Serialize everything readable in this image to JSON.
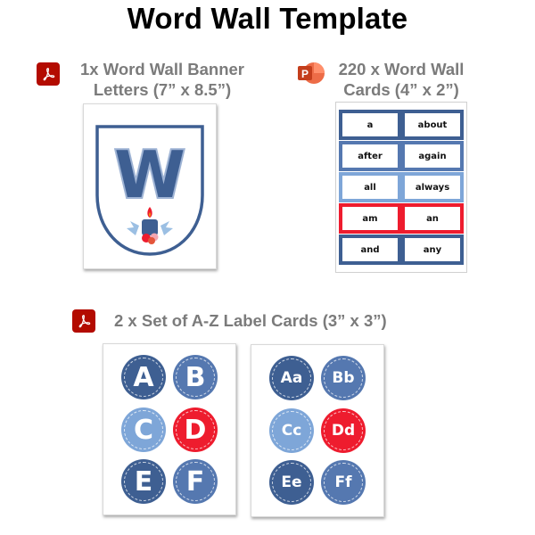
{
  "title": "Word Wall Template",
  "sections": {
    "banner": {
      "heading_line1": "1x Word Wall Banner",
      "heading_line2": "Letters (7” x 8.5”)",
      "icon": "pdf-icon",
      "letter": "W"
    },
    "cards": {
      "heading_line1": "220 x Word Wall",
      "heading_line2": "Cards (4” x 2”)",
      "icon": "powerpoint-icon",
      "rows": [
        {
          "color": "#3e5f92",
          "words": [
            "a",
            "about"
          ]
        },
        {
          "color": "#5578b0",
          "words": [
            "after",
            "again"
          ]
        },
        {
          "color": "#7ea6d8",
          "words": [
            "all",
            "always"
          ]
        },
        {
          "color": "#ee1c2e",
          "words": [
            "am",
            "an"
          ]
        },
        {
          "color": "#3e5f92",
          "words": [
            "and",
            "any"
          ]
        }
      ]
    },
    "labels": {
      "heading": "2 x Set of A-Z Label Cards (3” x 3”)",
      "icon": "pdf-icon",
      "set1": [
        "A",
        "B",
        "C",
        "D",
        "E",
        "F"
      ],
      "set2": [
        "Aa",
        "Bb",
        "Cc",
        "Dd",
        "Ee",
        "Ff"
      ],
      "colors": [
        "#3e5f92",
        "#5578b0",
        "#7ea6d8",
        "#ee1c2e",
        "#3e5f92",
        "#5578b0"
      ]
    }
  }
}
